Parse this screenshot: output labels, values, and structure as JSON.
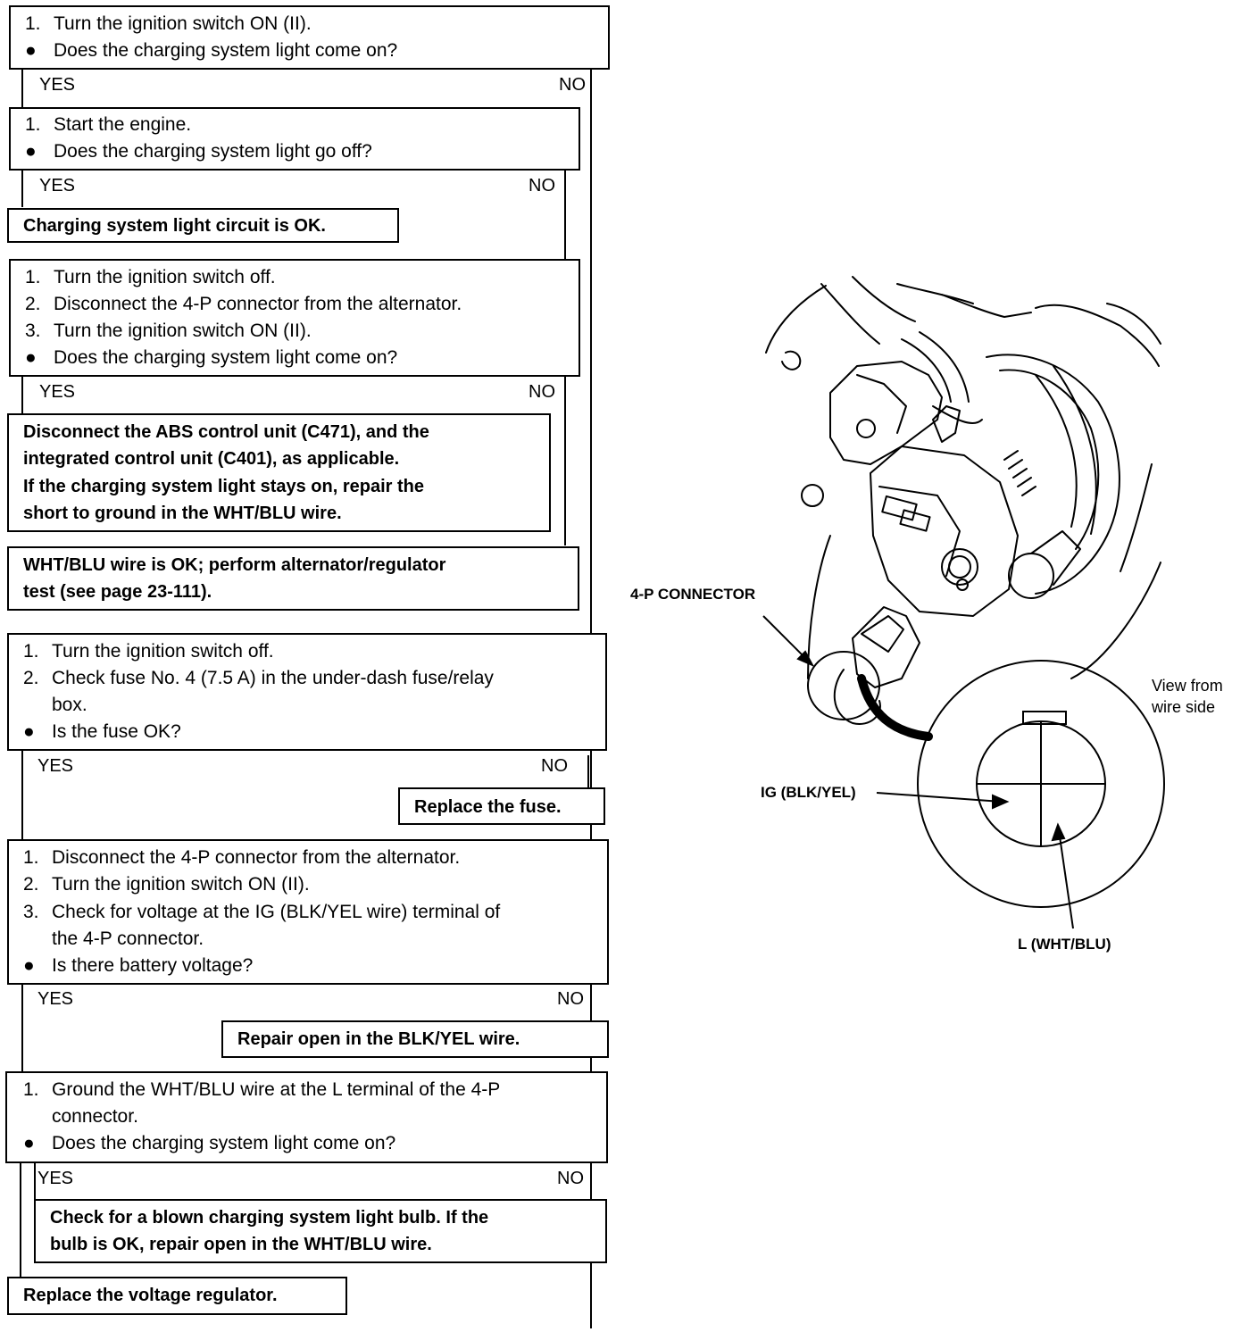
{
  "yes": "YES",
  "no": "NO",
  "step1": {
    "l1n": "1.",
    "l1": "Turn the ignition switch ON (II).",
    "l2n": "●",
    "l2": "Does the charging system light come on?"
  },
  "step2": {
    "l1n": "1.",
    "l1": "Start the engine.",
    "l2n": "●",
    "l2": "Does the charging system light go off?"
  },
  "result_ok": "Charging system light circuit is OK.",
  "step3": {
    "l1n": "1.",
    "l1": "Turn the ignition switch off.",
    "l2n": "2.",
    "l2": "Disconnect the 4-P connector from the alternator.",
    "l3n": "3.",
    "l3": "Turn the ignition switch ON (II).",
    "l4n": "●",
    "l4": "Does the charging system light come on?"
  },
  "result_abs": {
    "l1": "Disconnect the ABS control unit (C471), and the",
    "l2": "integrated control unit (C401), as applicable.",
    "l3": "If the charging system light stays on, repair the",
    "l4": "short to ground in the WHT/BLU wire."
  },
  "result_wire_ok": {
    "l1": "WHT/BLU wire is OK; perform alternator/regulator",
    "l2": "test (see page 23-111)."
  },
  "step4": {
    "l1n": "1.",
    "l1": "Turn the ignition switch off.",
    "l2n": "2.",
    "l2": "Check fuse No. 4 (7.5 A) in the under-dash fuse/relay",
    "l3": "box.",
    "l4n": "●",
    "l4": "Is the fuse OK?"
  },
  "result_fuse": "Replace the fuse.",
  "step5": {
    "l1n": "1.",
    "l1": "Disconnect the 4-P connector from the alternator.",
    "l2n": "2.",
    "l2": "Turn the ignition switch ON (II).",
    "l3n": "3.",
    "l3": "Check for voltage at the IG (BLK/YEL wire) terminal of",
    "l4": "the 4-P connector.",
    "l5n": "●",
    "l5": "Is there battery voltage?"
  },
  "result_blkyel": "Repair open in the BLK/YEL wire.",
  "step6": {
    "l1n": "1.",
    "l1": "Ground the WHT/BLU wire at the L terminal of the 4-P",
    "l2": "connector.",
    "l3n": "●",
    "l3": "Does the charging system light come on?"
  },
  "result_bulb": {
    "l1": "Check for a blown charging system light bulb. If the",
    "l2": "bulb is OK, repair open in the WHT/BLU wire."
  },
  "result_regulator": "Replace the voltage regulator.",
  "illustration": {
    "connector_label": "4-P CONNECTOR",
    "view_l1": "View from",
    "view_l2": "wire side",
    "ig_label": "IG (BLK/YEL)",
    "l_label": "L (WHT/BLU)"
  }
}
